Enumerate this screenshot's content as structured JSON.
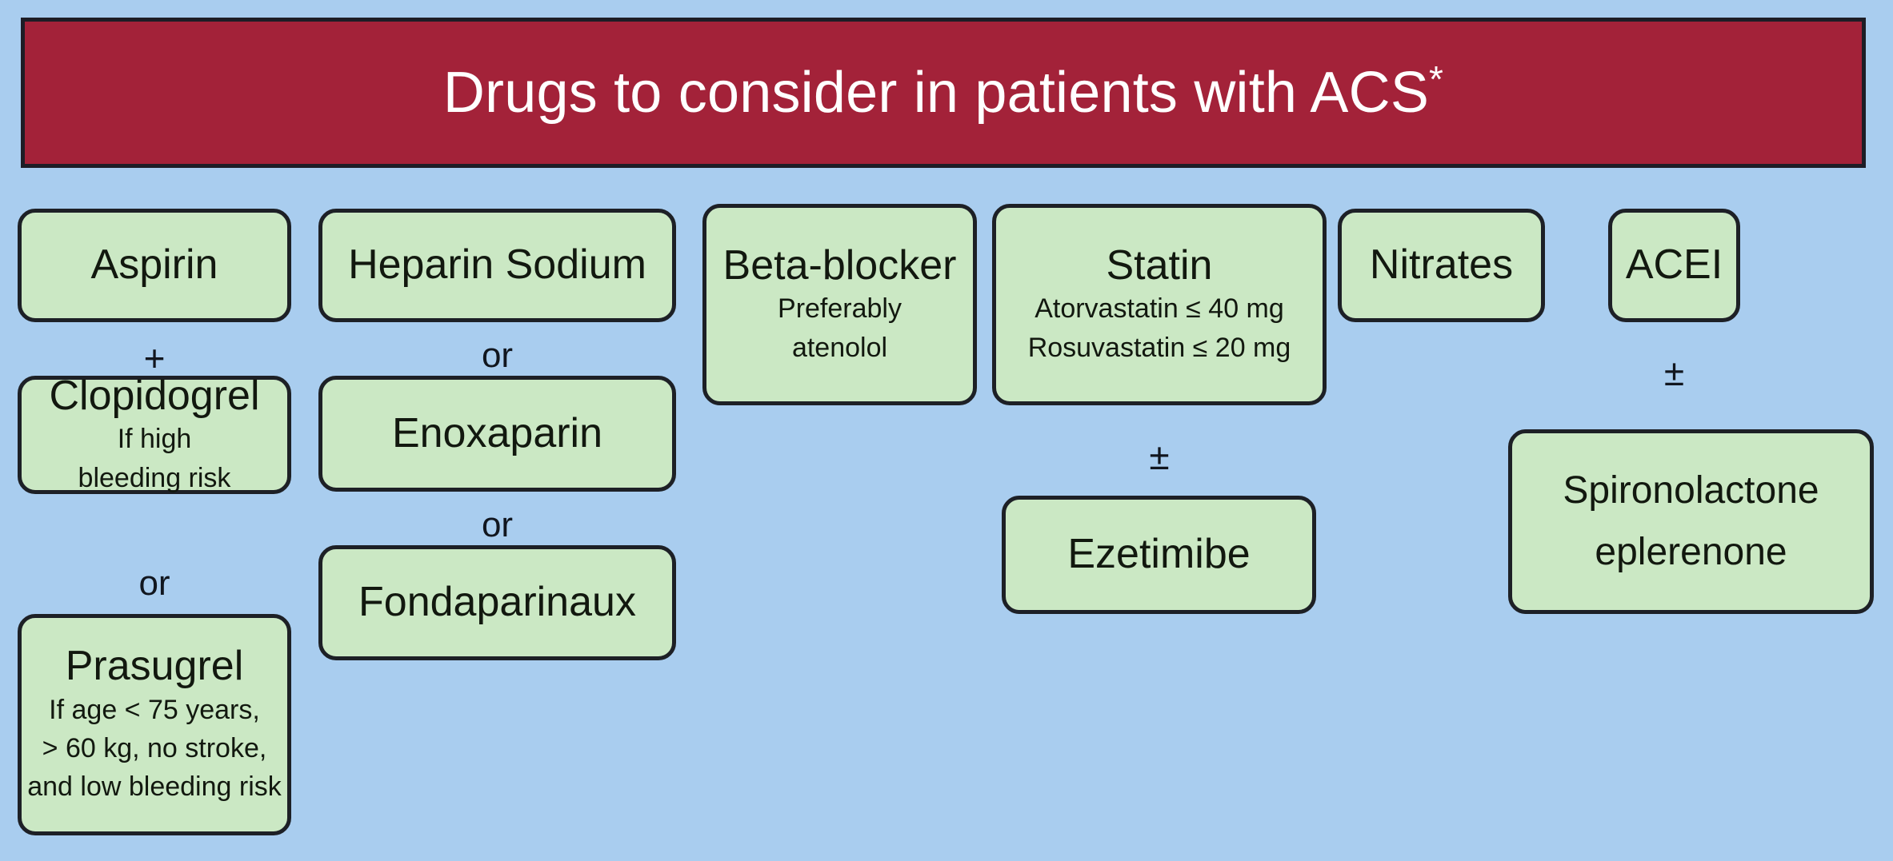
{
  "colors": {
    "background": "#a9cdef",
    "banner_fill": "#a32239",
    "banner_text": "#ffffff",
    "box_fill": "#cbe8c4",
    "box_border": "#1d2026",
    "text": "#12180f"
  },
  "banner": {
    "title": "Drugs to consider in patients with ACS",
    "footnote_marker": "*"
  },
  "columns": [
    {
      "name": "antiplatelet",
      "boxes": [
        {
          "title": "Aspirin",
          "lines": []
        },
        {
          "title": "Clopidogrel",
          "lines": [
            "If high",
            "bleeding risk"
          ]
        },
        {
          "title": "Prasugrel",
          "lines": [
            "If age < 75 years,",
            "> 60 kg, no stroke,",
            "and low bleeding risk"
          ]
        }
      ],
      "connectors": [
        "+",
        "or"
      ]
    },
    {
      "name": "anticoagulant",
      "boxes": [
        {
          "title": "Heparin Sodium",
          "lines": []
        },
        {
          "title": "Enoxaparin",
          "lines": []
        },
        {
          "title": "Fondaparinaux",
          "lines": []
        }
      ],
      "connectors": [
        "or",
        "or"
      ]
    },
    {
      "name": "beta-blocker",
      "boxes": [
        {
          "title": "Beta-blocker",
          "lines": [
            "Preferably",
            "atenolol"
          ]
        }
      ],
      "connectors": []
    },
    {
      "name": "lipid-lowering",
      "boxes": [
        {
          "title": "Statin",
          "lines": [
            "Atorvastatin ≤ 40 mg",
            "Rosuvastatin ≤ 20 mg"
          ]
        },
        {
          "title": "Ezetimibe",
          "lines": []
        }
      ],
      "connectors": [
        "±"
      ]
    },
    {
      "name": "nitrates",
      "boxes": [
        {
          "title": "Nitrates",
          "lines": []
        }
      ],
      "connectors": []
    },
    {
      "name": "acei",
      "boxes": [
        {
          "title": "ACEI",
          "lines": []
        },
        {
          "title": "Spironolactone",
          "lines": [
            "eplerenone"
          ]
        }
      ],
      "connectors": [
        "±"
      ]
    }
  ],
  "nodes": {
    "aspirin": "Aspirin",
    "plus_1": "+",
    "clopidogrel": "Clopidogrel",
    "clopidogrel_note_1": "If high",
    "clopidogrel_note_2": "bleeding risk",
    "or_1": "or",
    "prasugrel": "Prasugrel",
    "prasugrel_note_1": "If age < 75 years,",
    "prasugrel_note_2": "> 60 kg, no stroke,",
    "prasugrel_note_3": "and low bleeding risk",
    "heparin": "Heparin Sodium",
    "or_2": "or",
    "enoxaparin": "Enoxaparin",
    "or_3": "or",
    "fondaparinaux": "Fondaparinaux",
    "beta_blocker": "Beta-blocker",
    "beta_note_1": "Preferably",
    "beta_note_2": "atenolol",
    "statin": "Statin",
    "statin_note_1": "Atorvastatin ≤ 40 mg",
    "statin_note_2": "Rosuvastatin ≤ 20 mg",
    "pm_1": "±",
    "ezetimibe": "Ezetimibe",
    "nitrates": "Nitrates",
    "acei": "ACEI",
    "pm_2": "±",
    "spironolactone": "Spironolactone",
    "eplerenone": "eplerenone"
  }
}
